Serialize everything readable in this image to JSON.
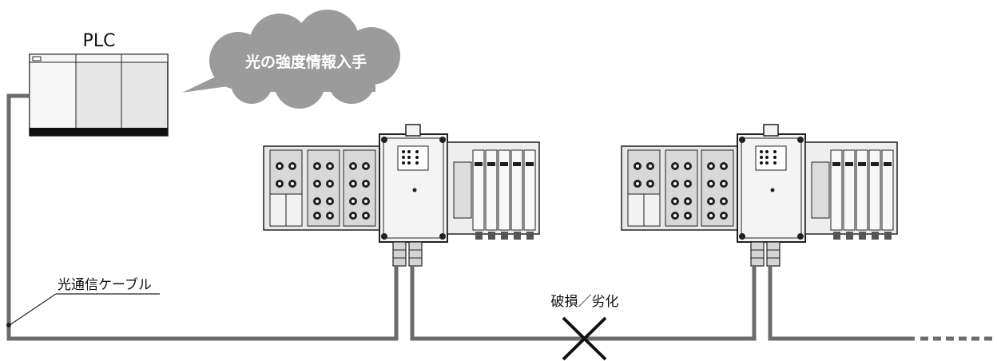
{
  "plc": {
    "label": "PLC"
  },
  "callout": {
    "text": "光の強度情報入手"
  },
  "cable": {
    "label": "光通信ケーブル"
  },
  "fault": {
    "label": "破損／劣化"
  },
  "colors": {
    "cable": "#6b6b6b",
    "cloud": "#9b9b9b",
    "module_body": "#ececec",
    "module_dark": "#2b2b2b",
    "plc_panel": "#e6e6e6",
    "outline": "#222222"
  }
}
